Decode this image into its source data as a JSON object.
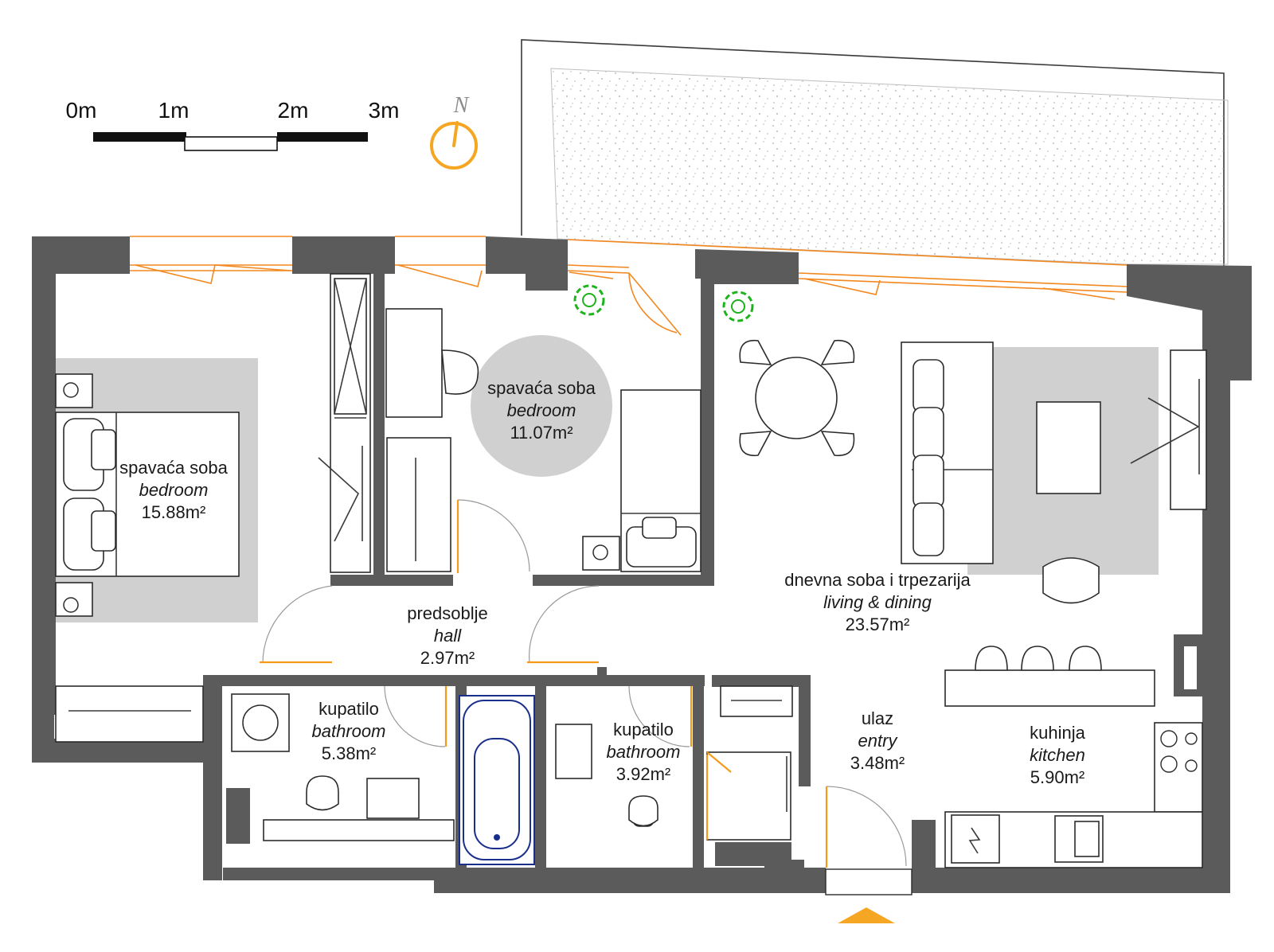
{
  "scale_bar": {
    "labels": [
      "0m",
      "1m",
      "2m",
      "3m"
    ]
  },
  "compass": {
    "label": "N",
    "color": "#f5a623"
  },
  "colors": {
    "walls": "#5b5b5c",
    "windows_doors": "#f2881f",
    "rugs": "#d0d0d0",
    "plants": "#1db31d",
    "bathtub": "#1a2f8c",
    "entry_arrow": "#f5a623"
  },
  "rooms": [
    {
      "id": "bedroom-1",
      "name": "spavaća soba",
      "name_en": "bedroom",
      "area": "15.88m²"
    },
    {
      "id": "bedroom-2",
      "name": "spavaća soba",
      "name_en": "bedroom",
      "area": "11.07m²"
    },
    {
      "id": "hall",
      "name": "predsoblje",
      "name_en": "hall",
      "area": "2.97m²"
    },
    {
      "id": "living",
      "name": "dnevna soba i trpezarija",
      "name_en": "living & dining",
      "area": "23.57m²"
    },
    {
      "id": "bathroom-1",
      "name": "kupatilo",
      "name_en": "bathroom",
      "area": "5.38m²"
    },
    {
      "id": "bathroom-2",
      "name": "kupatilo",
      "name_en": "bathroom",
      "area": "3.92m²"
    },
    {
      "id": "entry",
      "name": "ulaz",
      "name_en": "entry",
      "area": "3.48m²"
    },
    {
      "id": "kitchen",
      "name": "kuhinja",
      "name_en": "kitchen",
      "area": "5.90m²"
    }
  ]
}
